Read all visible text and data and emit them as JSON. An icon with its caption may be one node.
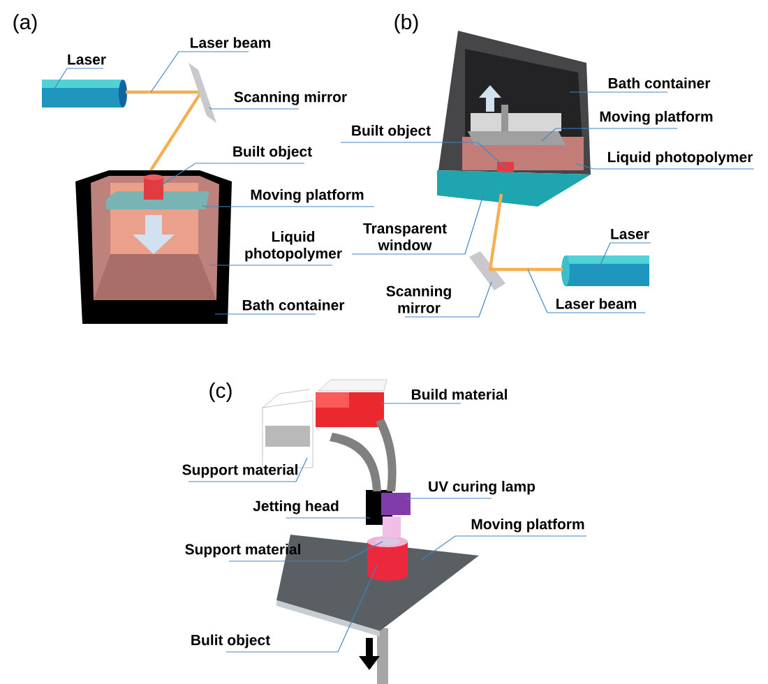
{
  "diagram": {
    "nodes": [
      {
        "text": [
          "Laser"
        ]
      },
      {
        "text": [
          "Laser beam"
        ]
      },
      {
        "text": [
          "Scanning mirror"
        ]
      },
      {
        "text": [
          "Built object"
        ]
      },
      {
        "text": [
          "Moving platform"
        ]
      },
      {
        "text": [
          "Liquid photopolymer"
        ]
      },
      {
        "text": [
          "Bath container"
        ]
      },
      {
        "text": [
          "Bath container"
        ]
      },
      {
        "text": [
          "Moving platform"
        ]
      },
      {
        "text": [
          "Built object"
        ]
      },
      {
        "text": [
          "Liquid photopolymer"
        ]
      },
      {
        "text": [
          "Transparent window"
        ]
      },
      {
        "text": [
          "Laser"
        ]
      },
      {
        "text": [
          "Scanning mirror"
        ]
      },
      {
        "text": [
          "Laser beam"
        ]
      },
      {
        "text": [
          "Build material"
        ]
      },
      {
        "text": [
          "Support material"
        ]
      },
      {
        "text": [
          "UV curing lamp"
        ]
      },
      {
        "text": [
          "Jetting head"
        ]
      },
      {
        "text": [
          "Moving platform"
        ]
      },
      {
        "text": [
          "Support material"
        ]
      },
      {
        "text": [
          "Bulit object"
        ]
      },
      {
        "text": [],
        "shape": "cylinder"
      },
      {
        "text": [],
        "shape": "line"
      },
      {
        "text": [],
        "shape": "plate"
      },
      {
        "text": [],
        "shape": "container"
      },
      {
        "text": [],
        "shape": "box",
        "in": 25
      },
      {
        "text": [],
        "shape": "plate",
        "in": 26
      },
      {
        "text": [],
        "shape": "cylinder",
        "in": 26
      },
      {
        "text": [],
        "shape": "container"
      },
      {
        "text": [],
        "shape": "box",
        "in": 29
      },
      {
        "text": [],
        "shape": "plate",
        "in": 29
      },
      {
        "text": [],
        "shape": "cylinder",
        "in": 29
      },
      {
        "text": [],
        "shape": "plate"
      },
      {
        "text": [],
        "shape": "cylinder"
      },
      {
        "text": [],
        "shape": "plate"
      },
      {
        "text": [],
        "shape": "line"
      },
      {
        "text": [],
        "shape": "box"
      },
      {
        "text": [],
        "shape": "box"
      },
      {
        "text": [],
        "shape": "box"
      },
      {
        "text": [],
        "shape": "box"
      },
      {
        "text": [],
        "shape": "plate"
      },
      {
        "text": [],
        "shape": "cylinder",
        "in": 41
      },
      {
        "text": [],
        "shape": "ellipse",
        "in": 42
      }
    ],
    "edges": [
      {
        "from": 0,
        "to": 22,
        "arrow": "none"
      },
      {
        "from": 1,
        "to": 23,
        "arrow": "none"
      },
      {
        "from": 2,
        "to": 24,
        "arrow": "none"
      },
      {
        "from": 3,
        "to": 28,
        "arrow": "none"
      },
      {
        "from": 4,
        "to": 27,
        "arrow": "none"
      },
      {
        "from": 5,
        "to": 26,
        "arrow": "none"
      },
      {
        "from": 6,
        "to": 25,
        "arrow": "none"
      },
      {
        "from": 7,
        "to": 29,
        "arrow": "none"
      },
      {
        "from": 8,
        "to": 31,
        "arrow": "none"
      },
      {
        "from": 9,
        "to": 32,
        "arrow": "none"
      },
      {
        "from": 10,
        "to": 30,
        "arrow": "none"
      },
      {
        "from": 11,
        "to": 33,
        "arrow": "none"
      },
      {
        "from": 12,
        "to": 34,
        "arrow": "none"
      },
      {
        "from": 13,
        "to": 35,
        "arrow": "none"
      },
      {
        "from": 14,
        "to": 36,
        "arrow": "none"
      },
      {
        "from": 15,
        "to": 38,
        "arrow": "none"
      },
      {
        "from": 16,
        "to": 37,
        "arrow": "none"
      },
      {
        "from": 17,
        "to": 40,
        "arrow": "none"
      },
      {
        "from": 18,
        "to": 39,
        "arrow": "none"
      },
      {
        "from": 19,
        "to": 41,
        "arrow": "none"
      },
      {
        "from": 20,
        "to": 43,
        "arrow": "none"
      },
      {
        "from": 21,
        "to": 42,
        "arrow": "none"
      }
    ],
    "labels": [
      "(a)",
      "(b)",
      "(c)"
    ]
  }
}
